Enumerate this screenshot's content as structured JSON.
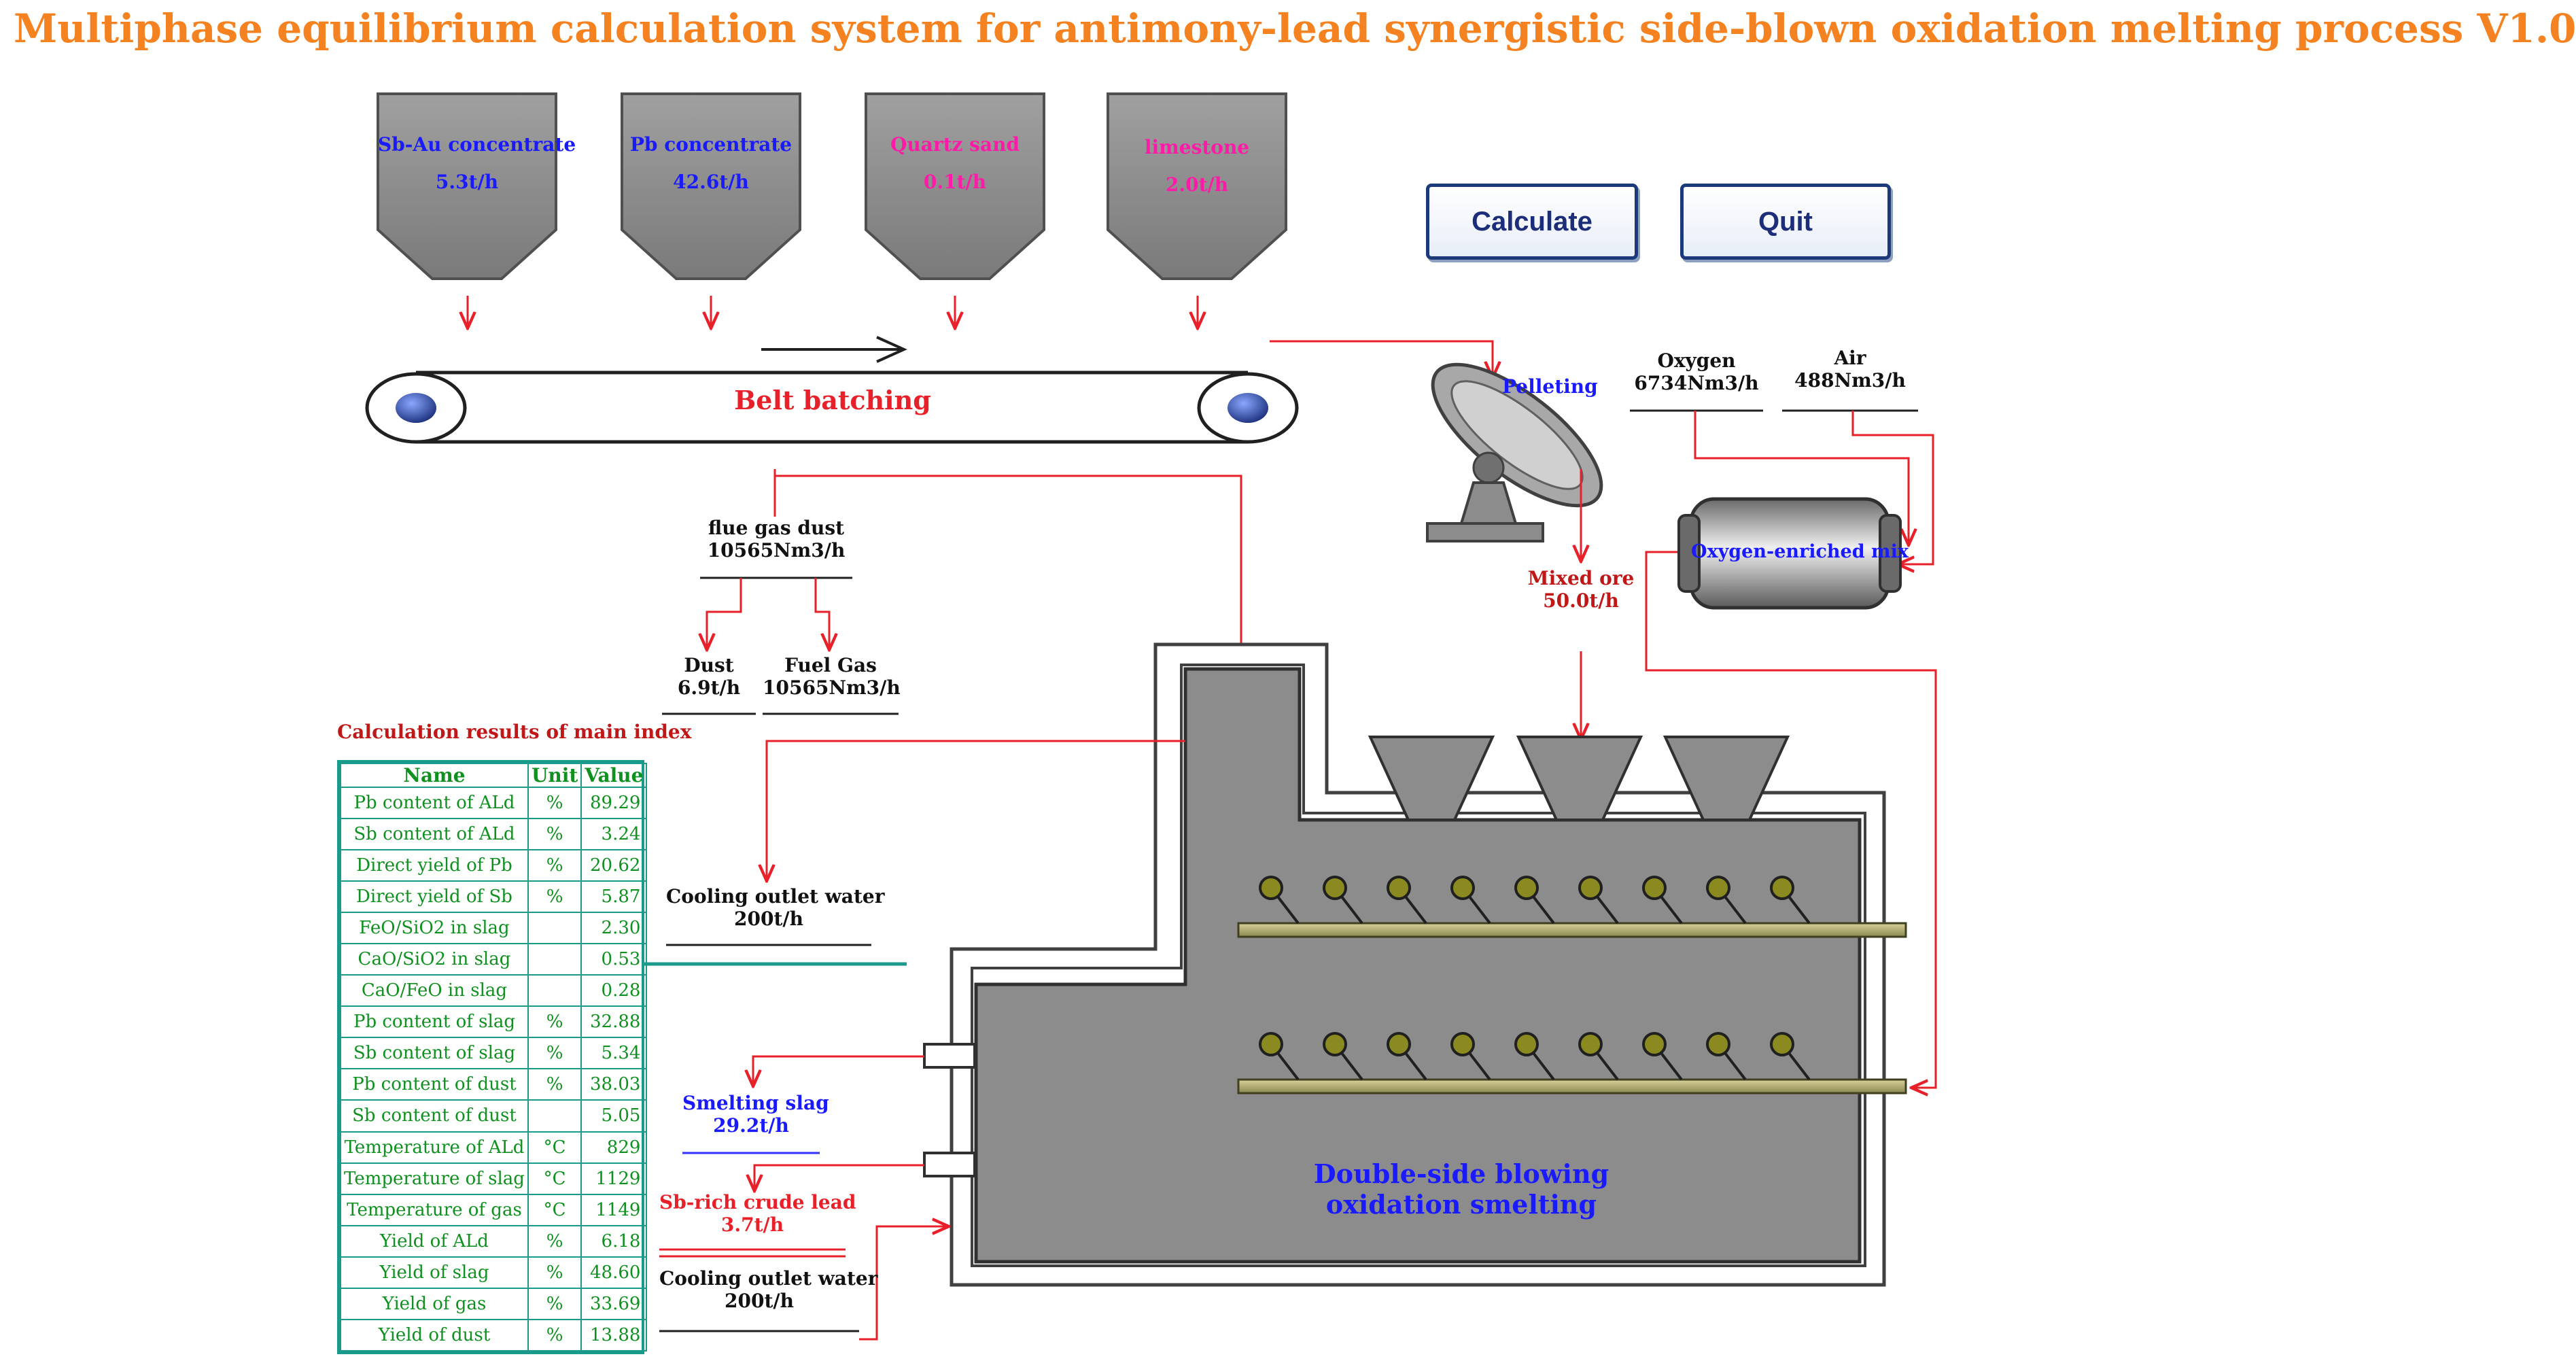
{
  "title": "Multiphase equilibrium calculation system for antimony-lead synergistic side-blown oxidation melting process V1.0",
  "hoppers": [
    {
      "name": "Sb-Au concentrate",
      "rate": "5.3t/h",
      "color": "#1a1aff"
    },
    {
      "name": "Pb concentrate",
      "rate": "42.6t/h",
      "color": "#1a1aff"
    },
    {
      "name": "Quartz sand",
      "rate": "0.1t/h",
      "color": "#ff1aa8"
    },
    {
      "name": "limestone",
      "rate": "2.0t/h",
      "color": "#ff1aa8"
    }
  ],
  "buttons": {
    "calculate": "Calculate",
    "quit": "Quit"
  },
  "belt_label": "Belt batching",
  "pelleting_label": "Pelleting",
  "oxygen": {
    "name": "Oxygen",
    "rate": "6734Nm3/h"
  },
  "air": {
    "name": "Air",
    "rate": "488Nm3/h"
  },
  "mixer_label": "Oxygen-enriched mix",
  "mixed_ore": {
    "name": "Mixed ore",
    "rate": "50.0t/h"
  },
  "flue_gas": {
    "name": "flue gas dust",
    "rate": "10565Nm3/h"
  },
  "dust": {
    "name": "Dust",
    "rate": "6.9t/h"
  },
  "fuel_gas": {
    "name": "Fuel Gas",
    "rate": "10565Nm3/h"
  },
  "cooling_top": {
    "name": "Cooling outlet water",
    "rate": "200t/h"
  },
  "cooling_bottom": {
    "name": "Cooling outlet water",
    "rate": "200t/h"
  },
  "smelting_slag": {
    "name": "Smelting slag",
    "rate": "29.2t/h"
  },
  "crude_lead": {
    "name": "Sb-rich crude lead",
    "rate": "3.7t/h"
  },
  "furnace_label": {
    "line1": "Double-side blowing",
    "line2": "oxidation smelting"
  },
  "results_title": "Calculation results of main index",
  "results": {
    "headers": [
      "Name",
      "Unit",
      "Value"
    ],
    "rows": [
      [
        "Pb content of ALd",
        "%",
        "89.29"
      ],
      [
        "Sb content of ALd",
        "%",
        "3.24"
      ],
      [
        "Direct yield of Pb",
        "%",
        "20.62"
      ],
      [
        "Direct yield of Sb",
        "%",
        "5.87"
      ],
      [
        "FeO/SiO2 in slag",
        "",
        "2.30"
      ],
      [
        "CaO/SiO2 in slag",
        "",
        "0.53"
      ],
      [
        "CaO/FeO in slag",
        "",
        "0.28"
      ],
      [
        "Pb content of slag",
        "%",
        "32.88"
      ],
      [
        "Sb content of slag",
        "%",
        "5.34"
      ],
      [
        "Pb content of dust",
        "%",
        "38.03"
      ],
      [
        "Sb content of dust",
        "",
        "5.05"
      ],
      [
        "Temperature of ALd",
        "°C",
        "829"
      ],
      [
        "Temperature of slag",
        "°C",
        "1129"
      ],
      [
        "Temperature of gas",
        "°C",
        "1149"
      ],
      [
        "Yield of ALd",
        "%",
        "6.18"
      ],
      [
        "Yield of slag",
        "%",
        "48.60"
      ],
      [
        "Yield of gas",
        "%",
        "33.69"
      ],
      [
        "Yield of dust",
        "%",
        "13.88"
      ]
    ]
  },
  "colors": {
    "title": "#f58220",
    "flow_line": "#e8202a",
    "vessel": "#8c8c8c",
    "table": "#1a9a8a",
    "table_text": "#109020"
  }
}
